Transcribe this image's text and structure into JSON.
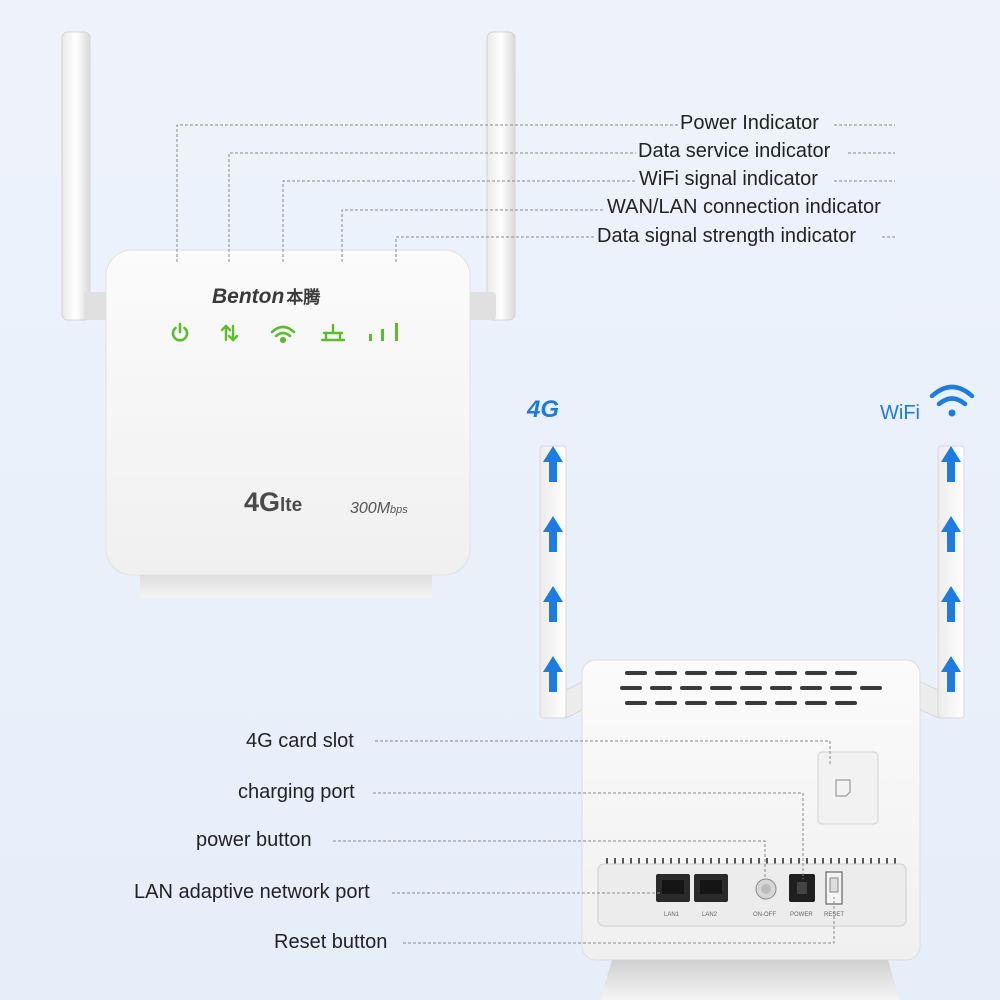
{
  "brand": {
    "name": "Benton",
    "chinese": "本腾"
  },
  "front": {
    "badge_4g": "4G",
    "badge_lte": "lte",
    "speed_main": "300M",
    "speed_unit": "bps"
  },
  "top_callouts": [
    "Power Indicator",
    "Data service indicator",
    "WiFi signal indicator",
    "WAN/LAN connection indicator",
    "Data signal strength indicator"
  ],
  "antenna_labels": {
    "left": "4G",
    "right": "WiFi"
  },
  "back_callouts": [
    "4G card slot",
    "charging port",
    "power button",
    "LAN adaptive network port",
    "Reset button"
  ],
  "port_labels": {
    "lan1": "LAN1",
    "lan2": "LAN2",
    "onoff": "ON-OFF",
    "power": "POWER",
    "reset": "RESET"
  },
  "colors": {
    "led_green": "#5bbd2b",
    "arrow_blue": "#1e7be0",
    "leader": "#8a8a8a",
    "body": "#f7f7f7"
  }
}
